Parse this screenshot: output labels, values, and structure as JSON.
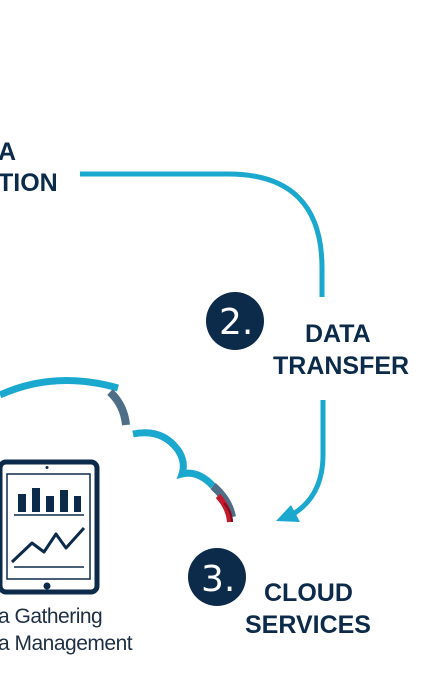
{
  "colors": {
    "navy": "#0c2a4a",
    "cyan": "#1ba8cf",
    "slate": "#4e6d86",
    "red": "#c5192d",
    "white": "#ffffff"
  },
  "step1": {
    "title_line1": "A",
    "title_line2": "TION"
  },
  "step2": {
    "number": "2.",
    "title_line1": "DATA",
    "title_line2": "TRANSFER"
  },
  "step3": {
    "number": "3.",
    "title_line1": "CLOUD",
    "title_line2": "SERVICES"
  },
  "tablet": {
    "icon": "tablet-chart-icon",
    "caption_line1": "a Gathering",
    "caption_line2": "a Management"
  },
  "cloud": {
    "icon": "cloud-outline-icon"
  }
}
